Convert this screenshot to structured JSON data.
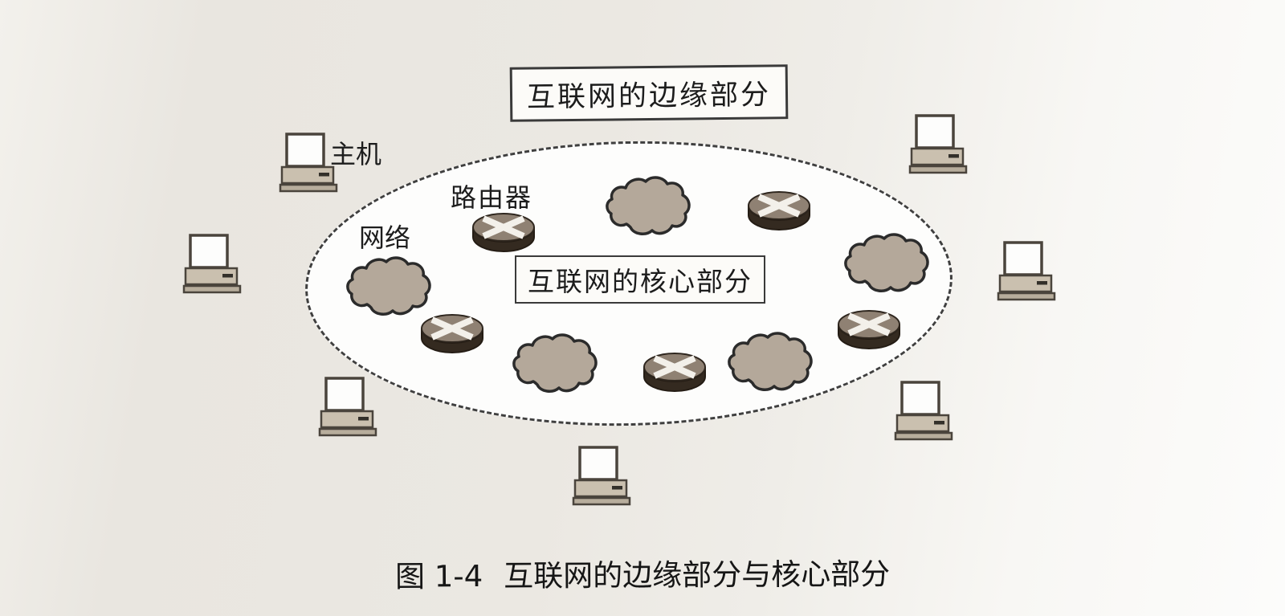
{
  "figure": {
    "edge_box_label": "互联网的边缘部分",
    "core_box_label": "互联网的核心部分",
    "labels": {
      "host": "主机",
      "router": "路由器",
      "network": "网络"
    },
    "caption": {
      "number": "图 1-4",
      "title": "互联网的边缘部分与核心部分"
    }
  },
  "icons": {
    "host": "computer-host-icon",
    "router": "router-icon",
    "network": "network-cloud-icon"
  },
  "counts": {
    "hosts": 7,
    "routers": 5,
    "network_clouds": 5
  },
  "colors": {
    "paper": "#ebe8e2",
    "ink": "#1d1d1d",
    "ellipse_fill": "#fdfdfc",
    "ellipse_dash": "#3f3f3f",
    "cloud_fill": "#b4a89a",
    "router_top": "#8f8173",
    "router_body": "#342a20",
    "computer_body": "#cac0af"
  }
}
